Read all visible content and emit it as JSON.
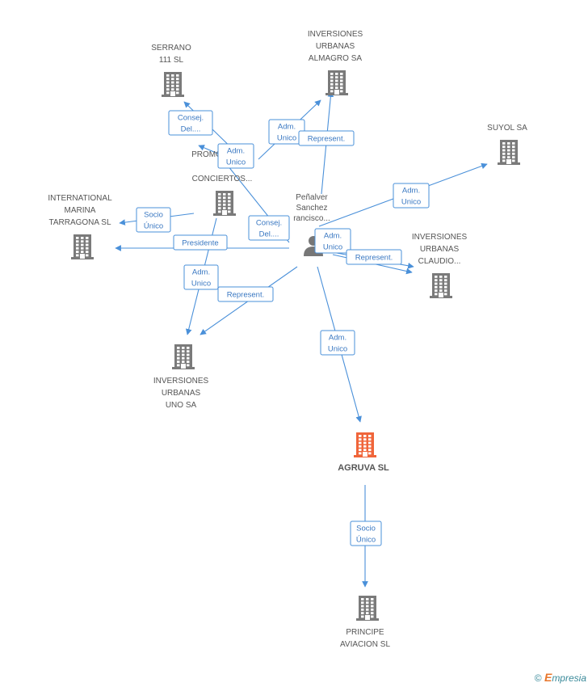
{
  "colors": {
    "edge": "#4a90d9",
    "building": "#7a7a7a",
    "focus_building": "#f0653a",
    "label": "#555555"
  },
  "person": {
    "icon": "person-icon",
    "label_lines": [
      "Peñalver",
      "Sanchez",
      "rancisco..."
    ]
  },
  "companies": [
    {
      "id": "serrano",
      "label_lines": [
        "SERRANO",
        "111 SL"
      ],
      "icon": "building-icon"
    },
    {
      "id": "almagro",
      "label_lines": [
        "INVERSIONES",
        "URBANAS",
        "ALMAGRO SA"
      ],
      "icon": "building-icon"
    },
    {
      "id": "suyol",
      "label_lines": [
        "SUYOL SA"
      ],
      "icon": "building-icon"
    },
    {
      "id": "promo",
      "label_lines": [
        "PROMO",
        "CONCIERTOS..."
      ],
      "icon": "building-icon"
    },
    {
      "id": "marina",
      "label_lines": [
        "INTERNATIONAL",
        "MARINA",
        "TARRAGONA SL"
      ],
      "icon": "building-icon"
    },
    {
      "id": "claudio",
      "label_lines": [
        "INVERSIONES",
        "URBANAS",
        "CLAUDIO..."
      ],
      "icon": "building-icon"
    },
    {
      "id": "uno",
      "label_lines": [
        "INVERSIONES",
        "URBANAS",
        "UNO SA"
      ],
      "icon": "building-icon"
    },
    {
      "id": "agruva",
      "label_lines": [
        "AGRUVA SL"
      ],
      "icon": "building-icon",
      "focus": true
    },
    {
      "id": "principe",
      "label_lines": [
        "PRINCIPE",
        "AVIACION SL"
      ],
      "icon": "building-icon"
    }
  ],
  "relations": [
    {
      "id": "r1",
      "lines": [
        "Consej.",
        "Del...."
      ]
    },
    {
      "id": "r2",
      "lines": [
        "Adm.",
        "Unico"
      ]
    },
    {
      "id": "r3",
      "lines": [
        "Adm.",
        "Unico"
      ]
    },
    {
      "id": "r4",
      "lines": [
        "Represent."
      ]
    },
    {
      "id": "r5",
      "lines": [
        "Adm.",
        "Unico"
      ]
    },
    {
      "id": "r6",
      "lines": [
        "Socio",
        "Único"
      ]
    },
    {
      "id": "r7",
      "lines": [
        "Consej.",
        "Del...."
      ]
    },
    {
      "id": "r8",
      "lines": [
        "Presidente"
      ]
    },
    {
      "id": "r9",
      "lines": [
        "Adm.",
        "Unico"
      ]
    },
    {
      "id": "r10",
      "lines": [
        "Represent."
      ]
    },
    {
      "id": "r11",
      "lines": [
        "Adm.",
        "Unico"
      ]
    },
    {
      "id": "r12",
      "lines": [
        "Represent."
      ]
    },
    {
      "id": "r13",
      "lines": [
        "Adm.",
        "Unico"
      ]
    },
    {
      "id": "r14",
      "lines": [
        "Socio",
        "Único"
      ]
    }
  ],
  "watermark": {
    "copyright": "©",
    "brand_initial": "E",
    "brand_rest": "mpresia"
  }
}
